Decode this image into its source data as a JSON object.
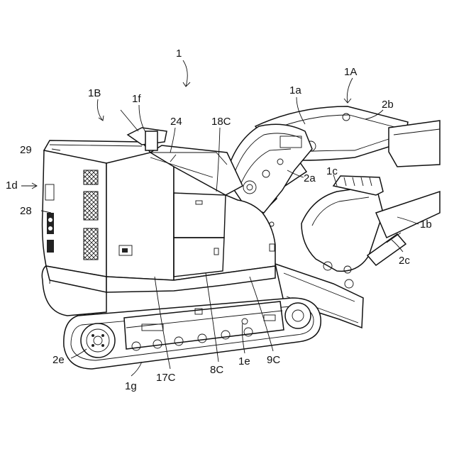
{
  "figure": {
    "labels": {
      "l1": "1",
      "l1A": "1A",
      "l1B": "1B",
      "l1a": "1a",
      "l1b": "1b",
      "l1c": "1c",
      "l1d": "1d",
      "l1e": "1e",
      "l1f": "1f",
      "l1g": "1g",
      "l2a": "2a",
      "l2b": "2b",
      "l2c": "2c",
      "l2e": "2e",
      "l8C": "8C",
      "l9C": "9C",
      "l17C": "17C",
      "l18C": "18C",
      "l24": "24",
      "l28": "28",
      "l29": "29"
    }
  }
}
